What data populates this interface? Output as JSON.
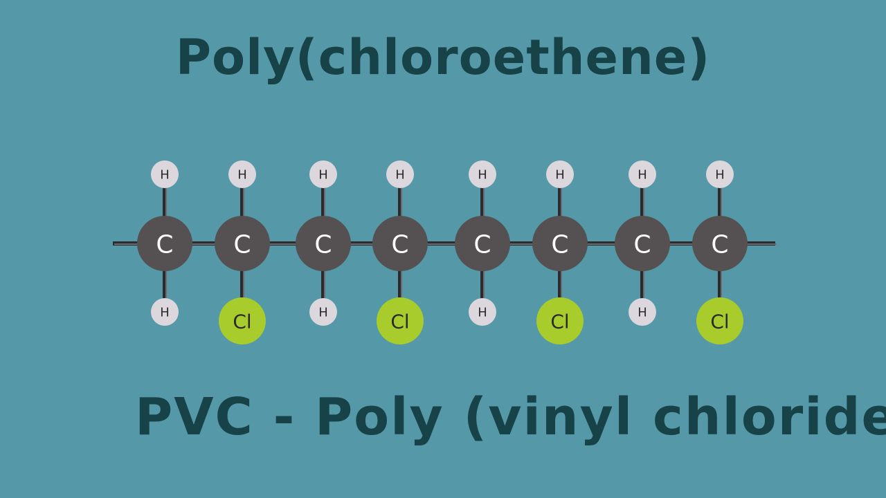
{
  "title": "Poly(chloroethene)",
  "subtitle": "PVC - Poly (vinyl chloride)",
  "colors": {
    "background": "#5599a8",
    "text": "#174247",
    "carbon": "#555052",
    "hydrogen": "#dcd7dc",
    "chlorine": "#a8cc2c",
    "bond": "#2b2b2d"
  },
  "molecule": {
    "carbon_label": "C",
    "hydrogen_label": "H",
    "chlorine_label": "Cl",
    "units": [
      {
        "top": "H",
        "center": "C",
        "bottom": "H"
      },
      {
        "top": "H",
        "center": "C",
        "bottom": "Cl"
      },
      {
        "top": "H",
        "center": "C",
        "bottom": "H"
      },
      {
        "top": "H",
        "center": "C",
        "bottom": "Cl"
      },
      {
        "top": "H",
        "center": "C",
        "bottom": "H"
      },
      {
        "top": "H",
        "center": "C",
        "bottom": "Cl"
      },
      {
        "top": "H",
        "center": "C",
        "bottom": "H"
      },
      {
        "top": "H",
        "center": "C",
        "bottom": "Cl"
      }
    ]
  }
}
